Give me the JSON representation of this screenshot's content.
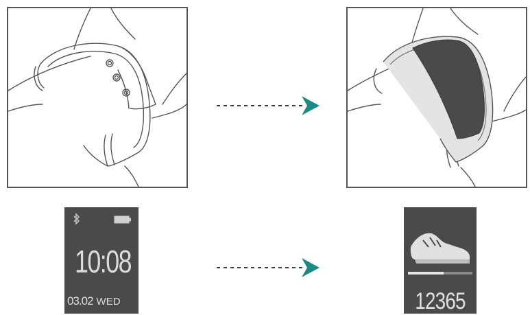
{
  "step1": {
    "image": "band-strap-on-wrist",
    "screen": {
      "time": "10:08",
      "date": "03.02",
      "weekday": "WED",
      "icons": [
        "bluetooth-icon",
        "battery-icon"
      ]
    }
  },
  "step2": {
    "image": "band-with-display-on-wrist",
    "screen": {
      "steps": "12365",
      "icons": [
        "shoe-icon"
      ],
      "progress": 0.55
    }
  },
  "arrow_color": "#1a8a84",
  "screen_color": "#4a4a4a"
}
